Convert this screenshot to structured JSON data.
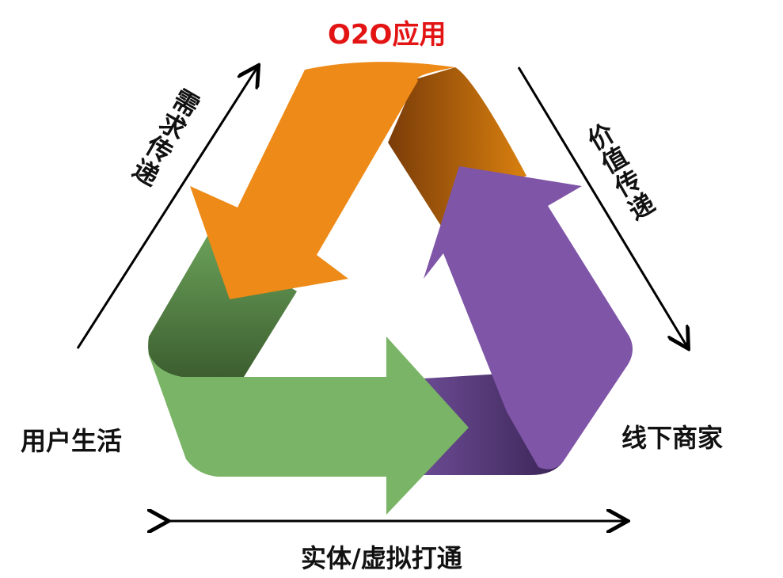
{
  "title": "O2O应用",
  "left_label": "用户生活",
  "right_label": "线下商家",
  "bottom_label": "实体/虚拟打通",
  "left_arrow_label": "需求传递",
  "right_arrow_label": "价值传递",
  "colors": {
    "title": "#e31414",
    "orange": "#ee8a17",
    "purple": "#7f55a8",
    "green": "#7ab466"
  }
}
